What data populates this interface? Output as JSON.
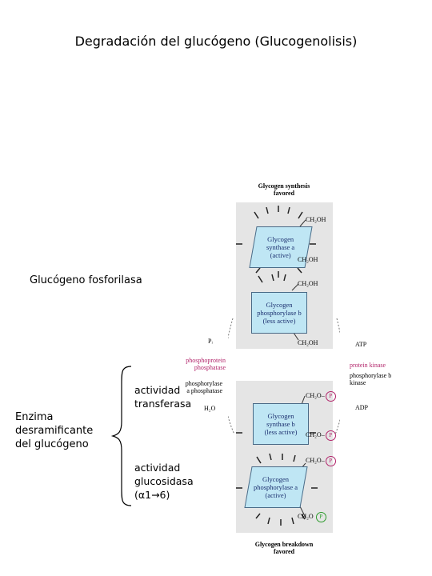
{
  "title": "Degradación del glucógeno (Glucogenolisis)",
  "left_labels": {
    "glycogen_phosphorylase": "Glucógeno fosforilasa",
    "debranching_enzyme": "Enzima\ndesramificante\ndel glucógeno",
    "transferase_activity": "actividad\ntransferasa",
    "glucosidase_activity_line1": "actividad",
    "glucosidase_activity_line2": "glucosidasa",
    "glucosidase_activity_line3": "(α1→6)"
  },
  "figure": {
    "top_caption": "Glycogen synthesis\nfavored",
    "bottom_caption": "Glycogen breakdown\nfavored",
    "top_panel": {
      "synthase": "Glycogen\nsynthase a\n(active)",
      "phosphorylase": "Glycogen\nphosphorylase b\n(less active)",
      "ch2oh": "CH₂OH"
    },
    "bottom_panel": {
      "synthase": "Glycogen\nsynthase b\n(less active)",
      "phosphorylase": "Glycogen\nphosphorylase a\n(active)",
      "ch2o": "CH₂O",
      "phosphate": "P"
    },
    "left_arrow": {
      "pi": "Pᵢ",
      "phosphoprotein_phosphatase": "phosphoprotein\nphosphatase",
      "phosphorylase_phosphatase": "phosphorylase\na phosphatase",
      "h2o": "H₂O"
    },
    "right_arrow": {
      "atp": "ATP",
      "protein_kinase": "protein kinase",
      "phosphorylase_b_kinase": "phosphorylase b\nkinase",
      "adp": "ADP"
    },
    "colors": {
      "panel": "#e5e5e5",
      "enzyme_fill": "#bfe6f4",
      "enzyme_text": "#1a2e6e",
      "phosphatase_text": "#b2246a",
      "green_phosphate": "#2c9b2c"
    }
  }
}
